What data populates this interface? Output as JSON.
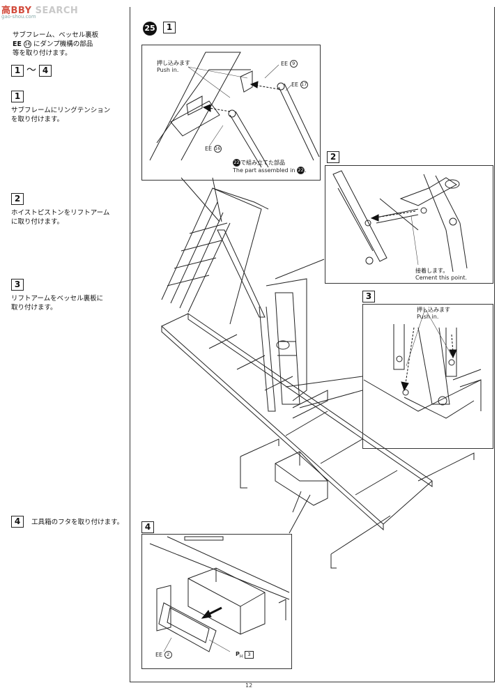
{
  "watermark": {
    "brand_a": "高",
    "brand_b": "BBY",
    "brand_c": "SEARCH",
    "sub": "gao-shou.com"
  },
  "sidebar": {
    "intro_lines": [
      "サブフレーム、ベッセル裏板",
      "にダンプ機構の部品",
      "等を取り付けます。"
    ],
    "intro_part_code": "EE",
    "intro_part_num": "16",
    "range_from": "1",
    "range_to": "4",
    "steps": [
      {
        "num": "1",
        "lines": [
          "サブフレームにリングテンション",
          "を取り付けます。"
        ]
      },
      {
        "num": "2",
        "lines": [
          "ホイストピストンをリフトアーム",
          "に取り付けます。"
        ]
      },
      {
        "num": "3",
        "lines": [
          "リフトアームをベッセル裏板に",
          "取り付けます。"
        ]
      },
      {
        "num": "4",
        "lines": [
          "工具箱のフタを取り付けます。"
        ]
      }
    ]
  },
  "main": {
    "step_circle": "25",
    "step_box": "1",
    "panel1": {
      "push_jp": "押し込みます",
      "push_en": "Push in.",
      "part_ee9": "EE",
      "part_ee9_num": "9",
      "part_ee17": "EE",
      "part_ee17_num": "17",
      "part_ee16": "EE",
      "part_ee16_num": "16",
      "assembled_num": "22",
      "assembled_jp": "で組み立てた部品",
      "assembled_en": "The part assembled in"
    },
    "panel2": {
      "label": "2",
      "cement_jp": "接着します。",
      "cement_en": "Cement this point."
    },
    "panel3": {
      "label": "3",
      "push_jp": "押し込みます",
      "push_en": "Push in."
    },
    "panel4": {
      "label": "4",
      "part_ee": "EE",
      "part_ee_num": "2",
      "part_ph": "P",
      "part_ph_sub": "H",
      "part_ph_num": "3"
    }
  },
  "page_number": "12"
}
